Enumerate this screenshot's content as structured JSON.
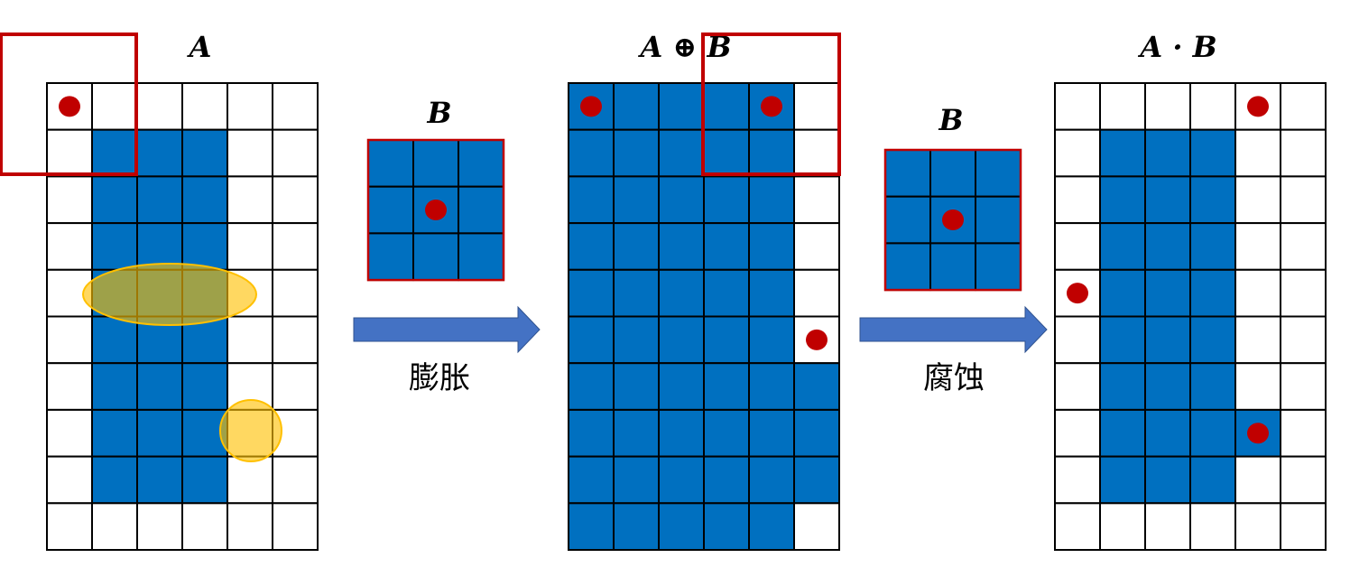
{
  "colors": {
    "fill": "#0070C0",
    "grid_line": "#000000",
    "red": "#C00000",
    "arrow": "#4472C4",
    "highlight": "#FFC000"
  },
  "panels": {
    "a": {
      "title": "A",
      "cells": [
        [
          0,
          0,
          0,
          0,
          0,
          0
        ],
        [
          0,
          1,
          1,
          1,
          0,
          0
        ],
        [
          0,
          1,
          1,
          1,
          0,
          0
        ],
        [
          0,
          1,
          1,
          1,
          0,
          0
        ],
        [
          0,
          1,
          1,
          1,
          0,
          0
        ],
        [
          0,
          1,
          1,
          1,
          0,
          0
        ],
        [
          0,
          1,
          1,
          1,
          0,
          0
        ],
        [
          0,
          1,
          1,
          1,
          0,
          0
        ],
        [
          0,
          1,
          1,
          1,
          0,
          0
        ],
        [
          0,
          0,
          0,
          0,
          0,
          0
        ]
      ],
      "dots": [
        [
          0,
          0
        ]
      ]
    },
    "dilated": {
      "title": "A ⊕ B",
      "cells": [
        [
          1,
          1,
          1,
          1,
          1,
          0
        ],
        [
          1,
          1,
          1,
          1,
          1,
          0
        ],
        [
          1,
          1,
          1,
          1,
          1,
          0
        ],
        [
          1,
          1,
          1,
          1,
          1,
          0
        ],
        [
          1,
          1,
          1,
          1,
          1,
          0
        ],
        [
          1,
          1,
          1,
          1,
          1,
          0
        ],
        [
          1,
          1,
          1,
          1,
          1,
          1
        ],
        [
          1,
          1,
          1,
          1,
          1,
          1
        ],
        [
          1,
          1,
          1,
          1,
          1,
          1
        ],
        [
          1,
          1,
          1,
          1,
          1,
          0
        ]
      ],
      "dots": [
        [
          0,
          0
        ],
        [
          0,
          4
        ],
        [
          5,
          5
        ]
      ]
    },
    "closed": {
      "title": "A · B",
      "cells": [
        [
          0,
          0,
          0,
          0,
          0,
          0
        ],
        [
          0,
          1,
          1,
          1,
          0,
          0
        ],
        [
          0,
          1,
          1,
          1,
          0,
          0
        ],
        [
          0,
          1,
          1,
          1,
          0,
          0
        ],
        [
          0,
          1,
          1,
          1,
          0,
          0
        ],
        [
          0,
          1,
          1,
          1,
          0,
          0
        ],
        [
          0,
          1,
          1,
          1,
          0,
          0
        ],
        [
          0,
          1,
          1,
          1,
          1,
          0
        ],
        [
          0,
          1,
          1,
          1,
          0,
          0
        ],
        [
          0,
          0,
          0,
          0,
          0,
          0
        ]
      ],
      "dots": [
        [
          0,
          4
        ],
        [
          4,
          0
        ],
        [
          7,
          4
        ]
      ]
    }
  },
  "kernel1": {
    "title": "B",
    "cells": [
      [
        1,
        1,
        1
      ],
      [
        1,
        1,
        1
      ],
      [
        1,
        1,
        1
      ]
    ],
    "dots": [
      [
        1,
        1
      ]
    ]
  },
  "kernel2": {
    "title": "B",
    "cells": [
      [
        1,
        1,
        1
      ],
      [
        1,
        1,
        1
      ],
      [
        1,
        1,
        1
      ]
    ],
    "dots": [
      [
        1,
        1
      ]
    ]
  },
  "steps": {
    "dilation_label": "膨胀",
    "erosion_label": "腐蚀"
  }
}
